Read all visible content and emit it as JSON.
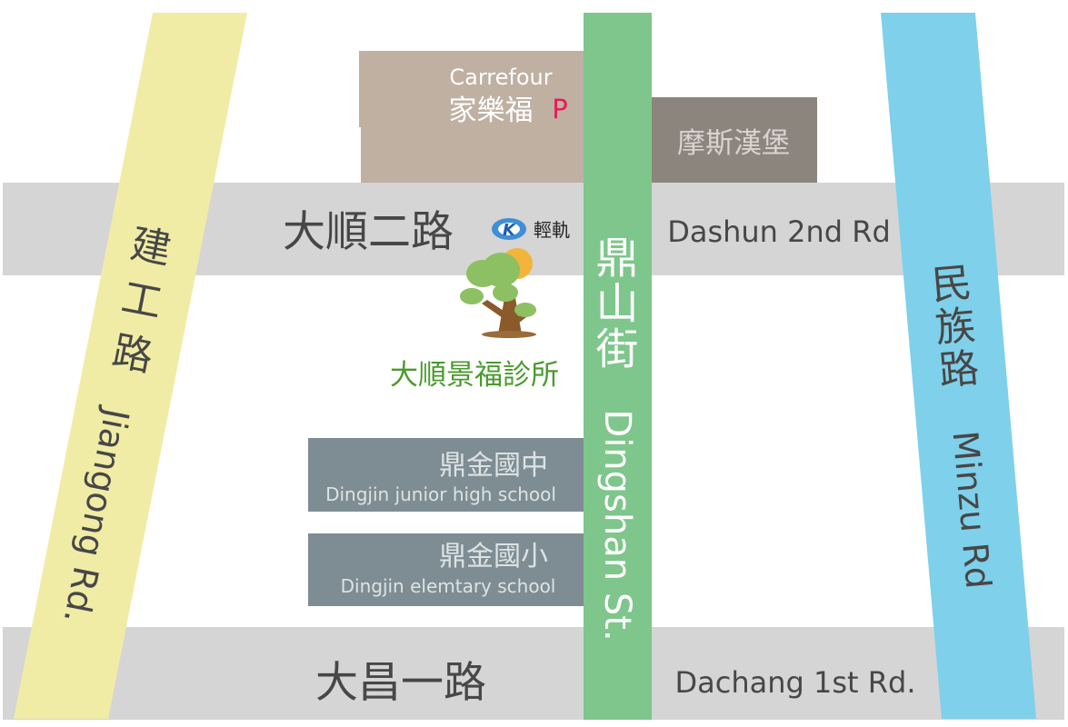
{
  "roads": {
    "dashun_2nd": {
      "zh": "大順二路",
      "en": "Dashun 2nd Rd"
    },
    "dachang_1st": {
      "zh": "大昌一路",
      "en": "Dachang 1st Rd."
    },
    "jiangong": {
      "zh_chars": [
        "建",
        "工",
        "路"
      ],
      "en": "Jiangong Rd."
    },
    "dingshan": {
      "zh_chars": [
        "鼎",
        "山",
        "街"
      ],
      "en": "Dingshan St."
    },
    "minzu": {
      "zh_chars": [
        "民",
        "族",
        "路"
      ],
      "en": "Minzu Rd"
    }
  },
  "places": {
    "carrefour": {
      "en": "Carrefour",
      "zh": "家樂福",
      "parking": "P"
    },
    "mos_burger": {
      "zh": "摩斯漢堡"
    },
    "light_rail": {
      "zh": "輕軌",
      "logo_letter": "K"
    },
    "clinic": {
      "zh": "大順景福診所"
    },
    "junior_high": {
      "zh": "鼎金國中",
      "en": "Dingjin junior high school"
    },
    "elementary": {
      "zh": "鼎金國小",
      "en": "Dingjin elemtary school"
    }
  },
  "colors": {
    "horizontal_road": "#d5d5d5",
    "jiangong_road": "#f0eca6",
    "dingshan_street": "#7ec68b",
    "minzu_road": "#7fd0ea",
    "carrefour_block": "#bfb0a2",
    "mos_block": "#8c857e",
    "school_block": "#7e8d93",
    "parking": "#e8195a",
    "clinic_text": "#4a9a2e",
    "road_text": "#474747",
    "light_text": "#ffffff"
  }
}
